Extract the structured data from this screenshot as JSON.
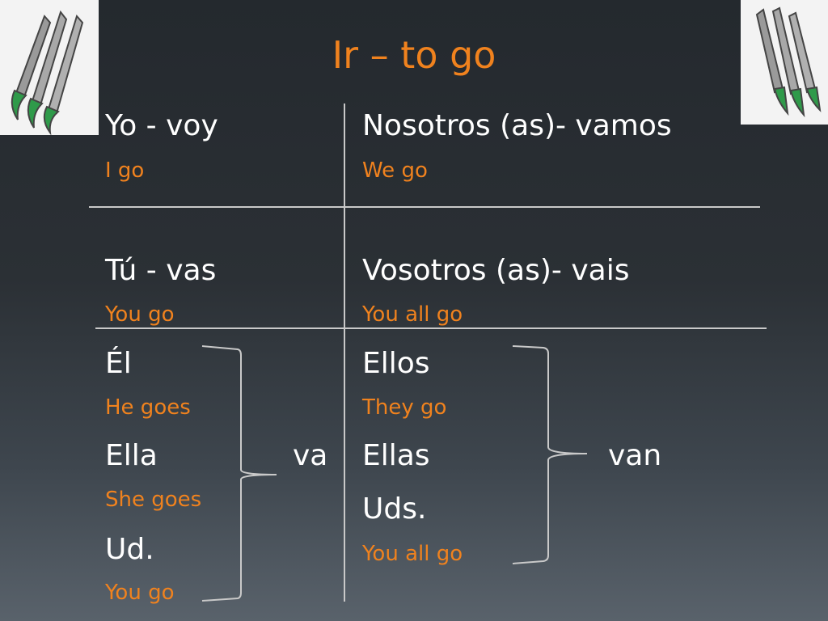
{
  "slide": {
    "title": "Ir – to go",
    "cells": {
      "yo": {
        "main": "Yo - voy",
        "sub": "I go"
      },
      "nosotros": {
        "main": "Nosotros (as)- vamos",
        "sub": "We go"
      },
      "tu": {
        "main": "Tú -  vas",
        "sub": "You go"
      },
      "vosotros": {
        "main": "Vosotros (as)- vais",
        "sub": "You all go"
      },
      "el": {
        "main": "Él",
        "sub": "He goes"
      },
      "ella": {
        "main": "Ella",
        "sub": "She goes"
      },
      "ud": {
        "main": "Ud.",
        "sub": "You go"
      },
      "va": "va",
      "ellos": {
        "main": "Ellos",
        "sub": "They go"
      },
      "ellas": {
        "main": "Ellas"
      },
      "uds": {
        "main": "Uds.",
        "sub": "You all go"
      },
      "van": "van"
    },
    "colors": {
      "title": "#f0821e",
      "main_text": "#ffffff",
      "sub_text": "#f0821e",
      "lines": "#c9c9c9",
      "background_top": "#24292e",
      "background_bottom": "#59626b"
    },
    "icons": [
      "claw-marks-icon",
      "claw-marks-icon"
    ]
  }
}
